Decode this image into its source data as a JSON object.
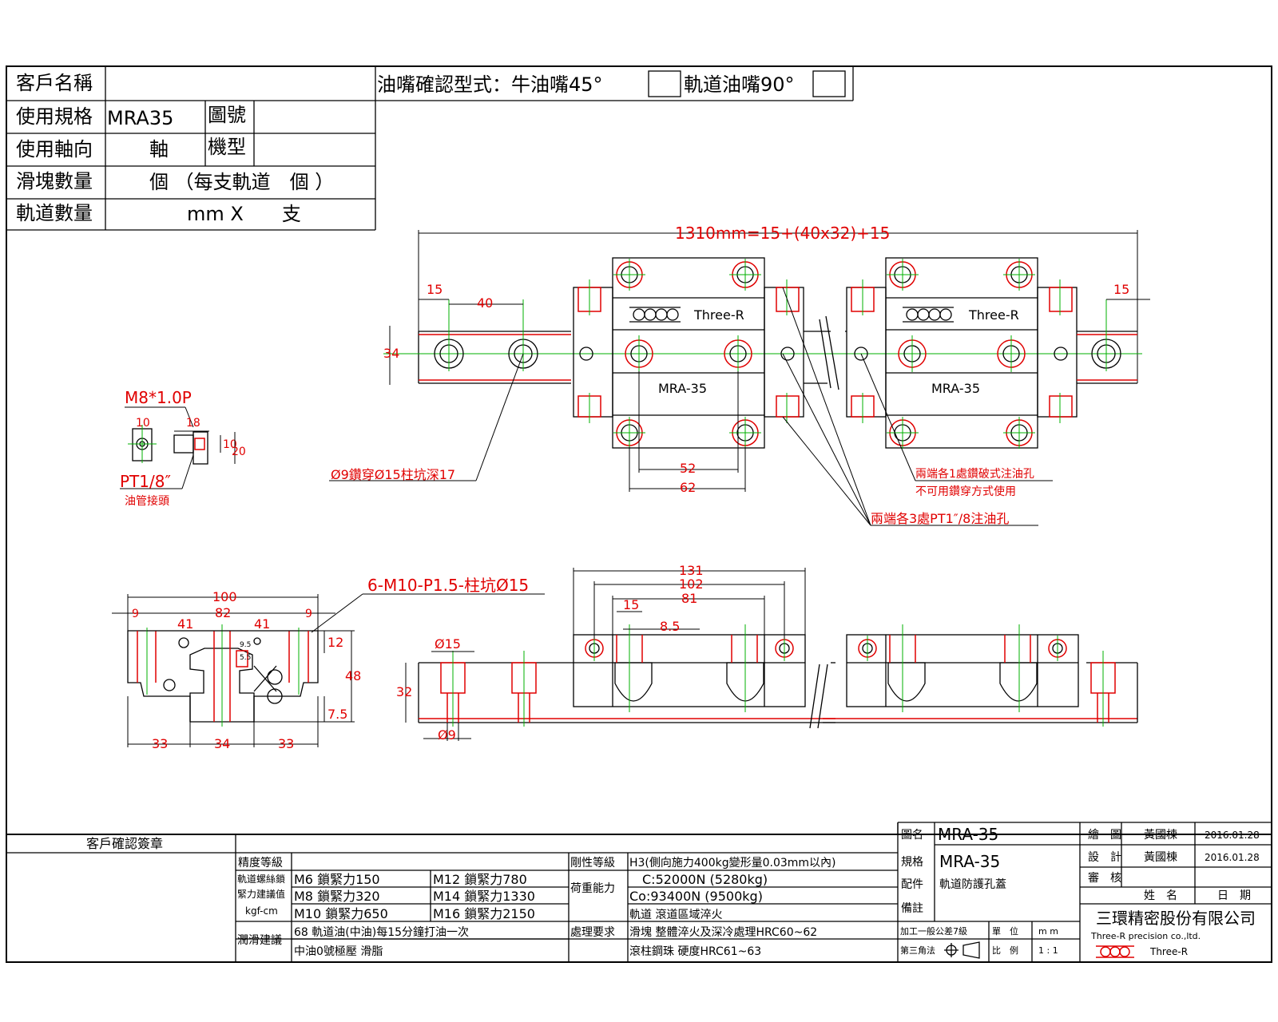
{
  "customer_table": {
    "customer_name_label": "客戶名稱",
    "spec_label": "使用規格",
    "spec_value": "MRA35",
    "drawing_no_label": "圖號",
    "axis_label": "使用軸向",
    "axis_value": "軸",
    "model_label": "機型",
    "block_qty_label": "滑塊數量",
    "block_qty_value": "個 （每支軌道　個 ）",
    "rail_qty_label": "軌道數量",
    "rail_qty_value": "mm X　　支"
  },
  "oil_nozzle": {
    "label": "油嘴確認型式：牛油嘴45°",
    "option2": "軌道油嘴90°"
  },
  "top_view": {
    "total_length": "1310mm=15+(40x32)+15",
    "dim_15_left": "15",
    "dim_40": "40",
    "dim_34": "34",
    "dim_15_right": "15",
    "dim_52": "52",
    "dim_62": "62",
    "block_brand": "Three-R",
    "block_model": "MRA-35",
    "note_counterbore": "Ø9鑽穿Ø15柱坑深17",
    "note_oil1_line1": "兩端各1處鑽破式注油孔",
    "note_oil1_line2": "不可用鑽穿方式使用",
    "note_oil2": "兩端各3處PT1″/8注油孔"
  },
  "nipple_detail": {
    "thread": "M8*1.0P",
    "d10": "10",
    "d18": "18",
    "d10b": "10",
    "d20": "20",
    "pt": "PT1/8″",
    "joint": "油管接頭"
  },
  "end_view": {
    "d100": "100",
    "d9a": "9",
    "d82": "82",
    "d9b": "9",
    "d41a": "41",
    "d41b": "41",
    "d12": "12",
    "d48": "48",
    "d75": "7.5",
    "d33a": "33",
    "d34": "34",
    "d33b": "33",
    "small1": "9.5",
    "small2": "5.5",
    "tap_note": "6-M10-P1.5-柱坑Ø15"
  },
  "side_view": {
    "d131": "131",
    "d102": "102",
    "d81": "81",
    "d15": "15",
    "d85": "8.5",
    "phi15": "Ø15",
    "d32": "32",
    "phi9": "Ø9"
  },
  "bottom": {
    "stamp_label": "客戶確認簽章",
    "precision_label": "精度等級",
    "rigidity_label": "剛性等級",
    "rigidity_value": "H3(側向施力400kg變形量0.03mm以內)",
    "bolt_label1": "軌道螺絲鎖",
    "bolt_label2": "緊力建議值",
    "bolt_label3": "kgf-cm",
    "m6": "M6 鎖緊力150",
    "m8": "M8 鎖緊力320",
    "m10": "M10 鎖緊力650",
    "m12": "M12 鎖緊力780",
    "m14": "M14 鎖緊力1330",
    "m16": "M16 鎖緊力2150",
    "load_label": "荷重能力",
    "load_c": "C:52000N (5280kg)",
    "load_co": "Co:93400N (9500kg)",
    "lube_label": "潤滑建議",
    "lube_1": "68 軌道油(中油)每15分鐘打油一次",
    "lube_2": "中油0號極壓 滑脂",
    "process_label": "處理要求",
    "process_1": "軌道 滾道區域淬火",
    "process_2": "滑塊 整體淬火及深冷處理HRC60~62",
    "process_3": "滾柱鋼珠 硬度HRC61~63",
    "title_name_label": "圖名",
    "title_name": "MRA-35",
    "spec2_label": "規格",
    "spec2": "MRA-35",
    "part_label": "配件",
    "part": "軌道防護孔蓋",
    "remark_label": "備註",
    "tolerance": "加工一般公差7級",
    "unit_label": "單　位",
    "unit": "m m",
    "angle": "第三角法",
    "scale_label": "比　例",
    "scale": "1 : 1",
    "draw_label": "繪　圖",
    "design_label": "設　計",
    "check_label": "審　核",
    "draw_name": "黃國棟",
    "design_name": "黃國棟",
    "draw_date": "2016.01.28",
    "design_date": "2016.01.28",
    "name_label": "姓　名",
    "date_label": "日　期",
    "company": "三環精密股份有限公司",
    "company_en": "Three-R precision co.,ltd.",
    "logo_text": "Three-R"
  },
  "colors": {
    "outline": "#000000",
    "hidden": "#e00000",
    "center": "#00b000"
  }
}
